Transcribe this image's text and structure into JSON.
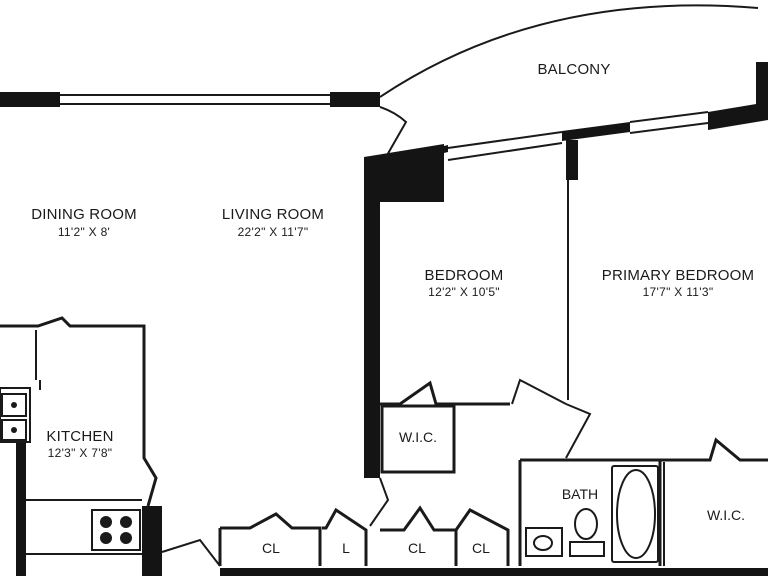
{
  "colors": {
    "wall": "#141414",
    "line": "#1a1a1a",
    "background": "#ffffff"
  },
  "rooms": {
    "balcony": {
      "name": "BALCONY"
    },
    "dining": {
      "name": "DINING ROOM",
      "dims": "11'2\" X 8'"
    },
    "living": {
      "name": "LIVING ROOM",
      "dims": "22'2\" X 11'7\""
    },
    "bedroom": {
      "name": "BEDROOM",
      "dims": "12'2\" X 10'5\""
    },
    "primary": {
      "name": "PRIMARY BEDROOM",
      "dims": "17'7\" X 11'3\""
    },
    "kitchen": {
      "name": "KITCHEN",
      "dims": "12'3\" X 7'8\""
    },
    "wic_left": {
      "name": "W.I.C."
    },
    "wic_right": {
      "name": "W.I.C."
    },
    "bath": {
      "name": "BATH"
    },
    "closet_1": {
      "name": "CL"
    },
    "linen": {
      "name": "L"
    },
    "closet_2": {
      "name": "CL"
    },
    "closet_3": {
      "name": "CL"
    }
  }
}
